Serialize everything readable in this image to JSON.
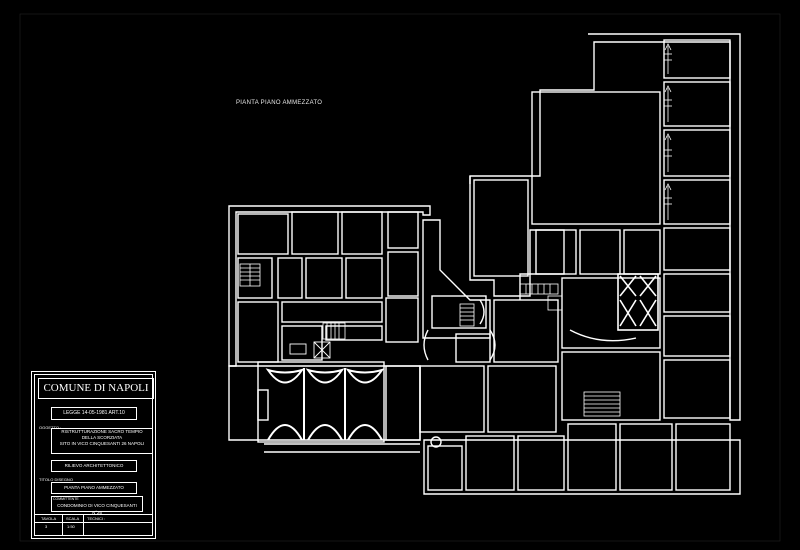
{
  "drawing": {
    "plan_title": "PIANTA PIANO AMMEZZATO"
  },
  "title_block": {
    "municipality": "COMUNE DI NAPOLI",
    "law": "LEGGE   14-05-1981   ART.10",
    "oggetto_label": "OGGETTO :",
    "oggetto_lines": [
      "RISTRUTTURAZIONE SACRO TEMPIO",
      "DELLA SCORZIATA",
      "SITO IN VICO CINQUESANTI 26 NAPOLI"
    ],
    "survey": "RILIEVO ARCHITETTONICO",
    "titolo_label": "TITOLO DISEGNO",
    "titolo": "PIANTA PIANO AMMEZZATO",
    "committente_label": "COMMITTENTE",
    "committente": "CONDOMINIO DI VICO CINQUESANTI N°26",
    "tavola_label": "TAVOLA",
    "tavola": "3",
    "scala_label": "SCALA",
    "scala": "1:50",
    "tecnici_label": "TECNICI :"
  },
  "colors": {
    "background": "#000000",
    "lines": "#ffffff"
  }
}
